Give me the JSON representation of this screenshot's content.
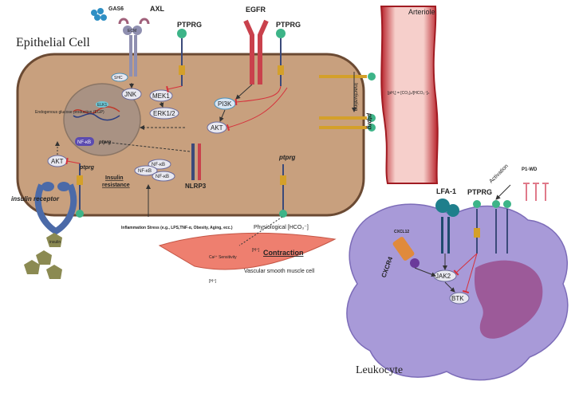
{
  "colors": {
    "cell_fill": "#c8a07e",
    "cell_stroke": "#6b4a33",
    "nucleus_fill": "#a99283",
    "vessel_red": "#c0392b",
    "smooth_muscle": "#ee7f6f",
    "leukocyte_fill": "#a89ad8",
    "leukocyte_nucleus": "#9a4f8e",
    "receptor_green": "#3db488",
    "inhibition_red": "#d6303b"
  },
  "titles": {
    "epithelial": "Epithelial Cell",
    "leukocyte": "Leukocyte",
    "arteriole": "Arteriole"
  },
  "receptors": {
    "gas6": "GAS6",
    "axl": "AXL",
    "ptprg1": "PTPRG",
    "egfr": "EGFR",
    "ptprg2": "PTPRG",
    "lfa1": "LFA-1",
    "ptprg3": "PTPRG",
    "p1wd": "P1-WD",
    "cxcl12": "CXCL12",
    "cxcr4": "CXCR4",
    "ptprg_membrane": "ptprg",
    "ptprg_right": "ptprg",
    "ptprg_bottom": "ptprg",
    "insulin_receptor": "insulin\nreceptor",
    "insulin": "insulin",
    "ecm": "ECM"
  },
  "signaling": {
    "shc": "SHC",
    "jnk": "JNK",
    "mek1": "MEK1",
    "erk": "ERK1/2",
    "pi3k": "PI3K",
    "akt_center": "AKT",
    "akt_left": "AKT",
    "elk1": "ELK1",
    "nfkb_nucleus": "NF-κB",
    "ptprg_nucleus": "ptprg",
    "nfkb1": "NF-κB",
    "nfkb2": "NF-κB",
    "nfkb3": "NF-κB",
    "nlrp3": "NLRP3",
    "jak2": "JAK2",
    "btk": "BTK"
  },
  "annotations": {
    "egp": "Endogenous glucose production (EGP)",
    "insulin_resistance_1": "Insulin",
    "insulin_resistance_2": "resistance",
    "inflammation": "Inflammation Stress (e.g., LPS,TNF-α, Obesity, Aging, ecc.)",
    "physiological": "Physiological [HCO₃⁻]",
    "ph_equation": "[pH,] = [CO₂]ₙ/[HCO₃⁻]ₙ",
    "inactivation": "Inactivation",
    "activation": "Activation",
    "ca_sensitivity": "Ca²⁺ Sensitivity",
    "h_plus": "[H⁺]",
    "h_plus_2": "[H⁺]",
    "contraction": "Contraction",
    "vsmc": "Vascular smooth muscle cell"
  }
}
